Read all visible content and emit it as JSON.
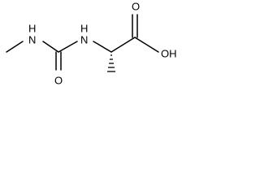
{
  "molecule": {
    "atoms": {
      "nh_left": "H",
      "n_left": "N",
      "nh_right": "H",
      "n_right": "N",
      "o_carbonyl": "O",
      "o_acid_top": "O",
      "oh_acid": "OH"
    }
  }
}
